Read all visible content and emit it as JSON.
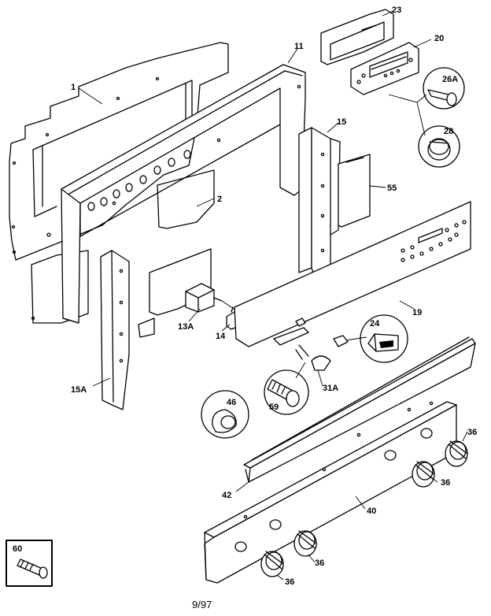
{
  "labels": {
    "p1": "1",
    "p2": "2",
    "p11": "11",
    "p13a": "13A",
    "p14": "14",
    "p15": "15",
    "p15a": "15A",
    "p19": "19",
    "p20": "20",
    "p23": "23",
    "p24": "24",
    "p26a": "26A",
    "p28": "28",
    "p31a": "31A",
    "p36a": "36",
    "p36b": "36",
    "p36c": "36",
    "p36d": "36",
    "p40": "40",
    "p42": "42",
    "p46": "46",
    "p55": "55",
    "p59": "59",
    "p60": "60"
  },
  "footer": {
    "date": "9/97"
  }
}
